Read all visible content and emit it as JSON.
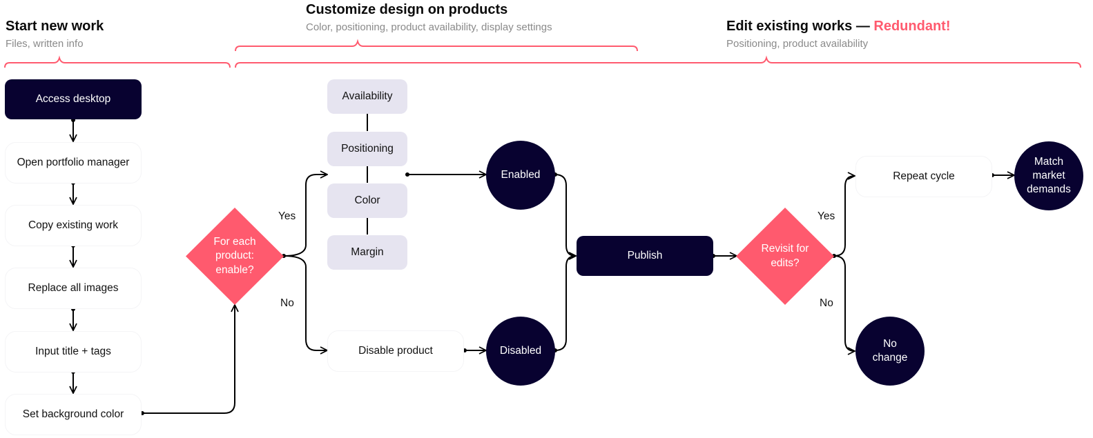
{
  "sections": [
    {
      "title": "Start new work",
      "subtitle": "Files, written info"
    },
    {
      "title": "Customize design on products",
      "subtitle": "Color, positioning, product availability, display settings"
    },
    {
      "title": "Edit existing works — ",
      "title_accent": "Redundant!",
      "subtitle": "Positioning, product availability"
    }
  ],
  "colors": {
    "accent": "#ff5a6e",
    "dark": "#080230",
    "chip": "#e6e4f0",
    "subtitle": "#8a8a8a"
  },
  "start_steps": [
    "Access desktop",
    "Open portfolio manager",
    "Copy existing work",
    "Replace all images",
    "Input title + tags",
    "Set background color"
  ],
  "decision_enable": {
    "text": "For each product: enable?",
    "yes": "Yes",
    "no": "No"
  },
  "settings": [
    "Availability",
    "Positioning",
    "Color",
    "Margin"
  ],
  "disable_step": "Disable product",
  "states": {
    "enabled": "Enabled",
    "disabled": "Disabled"
  },
  "publish": "Publish",
  "decision_revisit": {
    "text": "Revisit for edits?",
    "yes": "Yes",
    "no": "No"
  },
  "repeat_step": "Repeat cycle",
  "outcomes": {
    "match": "Match market demands",
    "no_change": "No change"
  }
}
